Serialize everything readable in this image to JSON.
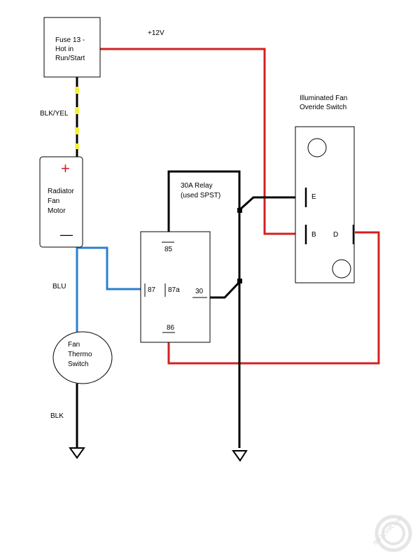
{
  "fuse": {
    "line1": "Fuse 13 -",
    "line2": "Hot in",
    "line3": "Run/Start"
  },
  "labels": {
    "plus12v": "+12V",
    "blk_yel": "BLK/YEL",
    "blu": "BLU",
    "blk": "BLK"
  },
  "fan_motor": {
    "line1": "Radiator",
    "line2": "Fan",
    "line3": "Motor",
    "plus": "+",
    "minus": "—"
  },
  "relay": {
    "title1": "30A Relay",
    "title2": "(used SPST)",
    "pin85": "85",
    "pin87": "87",
    "pin87a": "87a",
    "pin30": "30",
    "pin86": "86"
  },
  "switch": {
    "title1": "Illuminated Fan",
    "title2": "Overide Switch",
    "pinE": "E",
    "pinB": "B",
    "pinD": "D"
  },
  "thermo": {
    "line1": "Fan",
    "line2": "Thermo",
    "line3": "Switch"
  },
  "colors": {
    "red_wire": "#d42020",
    "blue_wire": "#2a7fd0",
    "black_wire": "#000000",
    "yellow_stripe": "#f2f23a"
  },
  "watermark": "the12volt.com"
}
